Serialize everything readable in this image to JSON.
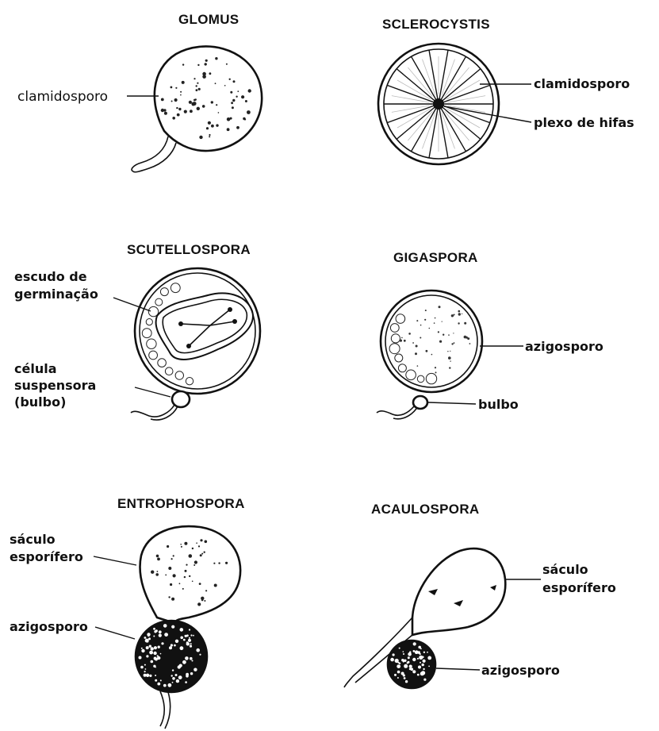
{
  "figure": {
    "glomus": {
      "title": "GLOMUS",
      "labels": {
        "clamidosporo": "clamidosporo"
      }
    },
    "sclerocystis": {
      "title": "SCLEROCYSTIS",
      "labels": {
        "clamidosporo": "clamidosporo",
        "plexo": "plexo de hifas"
      }
    },
    "scutellospora": {
      "title": "SCUTELLOSPORA",
      "labels": {
        "escudo_line1": "escudo de",
        "escudo_line2": "germinação",
        "celula_line1": "célula",
        "celula_line2": "suspensora",
        "celula_line3": "(bulbo)"
      }
    },
    "gigaspora": {
      "title": "GIGASPORA",
      "labels": {
        "azigosporo": "azigosporo",
        "bulbo": "bulbo"
      }
    },
    "entrophospora": {
      "title": "ENTROPHOSPORA",
      "labels": {
        "saculo_line1": "sáculo",
        "saculo_line2": "esporífero",
        "azigosporo": "azigosporo"
      }
    },
    "acaulospora": {
      "title": "ACAULOSPORA",
      "labels": {
        "saculo_line1": "sáculo",
        "saculo_line2": "esporífero",
        "azigosporo": "azigosporo"
      }
    }
  }
}
